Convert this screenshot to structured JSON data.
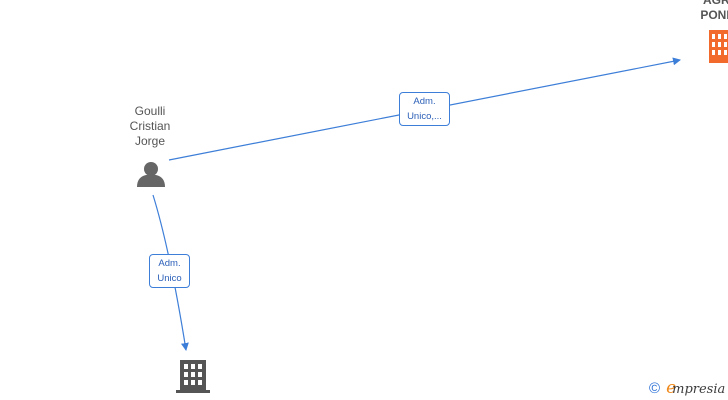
{
  "nodes": {
    "person": {
      "name_lines": [
        "Goulli",
        "Cristian",
        "Jorge"
      ]
    },
    "company_top": {
      "name_lines": [
        "AGRICO",
        "PONIENT"
      ],
      "color": "#f26b2d"
    },
    "company_bottom": {
      "color": "#555555"
    }
  },
  "edges": [
    {
      "from": "person",
      "to": "company_top",
      "label_lines": [
        "Adm.",
        "Unico,..."
      ]
    },
    {
      "from": "person",
      "to": "company_bottom",
      "label_lines": [
        "Adm.",
        "Unico"
      ]
    }
  ],
  "colors": {
    "edge": "#3d7ed8",
    "person_icon": "#666666"
  },
  "footer": {
    "copyright_symbol": "©",
    "brand_initial": "e",
    "brand_rest": "mpresia"
  }
}
